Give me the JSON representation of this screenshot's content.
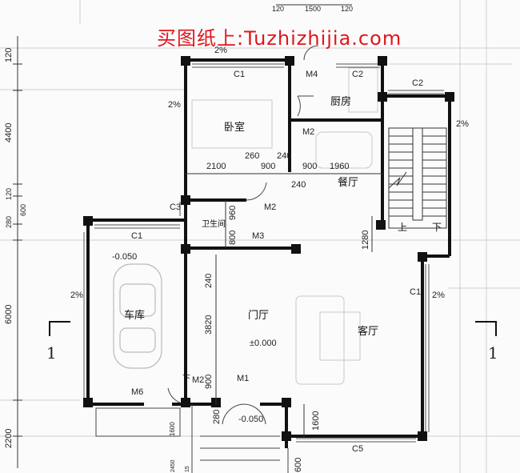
{
  "watermark": "买图纸上:Tuzhizhijia.com",
  "rooms": {
    "bedroom": "卧室",
    "kitchen": "厨房",
    "dining": "餐厅",
    "garage": "车库",
    "foyer": "门厅",
    "living": "客厅",
    "bath": "卫生间"
  },
  "elevations": {
    "garage": "-0.050",
    "foyer": "±0.000",
    "entry": "-0.050"
  },
  "slopes": {
    "left_top": "2%",
    "bed_top": "2%",
    "right_stair": "2%",
    "garage": "2%",
    "living_right": "2%"
  },
  "stairs": {
    "up": "上",
    "down": "下"
  },
  "section_marks": {
    "left": "1",
    "right": "1"
  },
  "labels": {
    "c1_top": "C1",
    "m4": "M4",
    "c2_kitchen": "C2",
    "c2_right": "C2",
    "m2_kitchen": "M2",
    "m2_bath": "M2",
    "m3": "M3",
    "c3": "C3",
    "c1_garage": "C1",
    "c1_right": "C1",
    "m6": "M6",
    "m1": "M1",
    "m2_entry": "M2",
    "c5": "C5",
    "down_entry": "下"
  },
  "dims": {
    "top_120a": "120",
    "top_1500": "1500",
    "top_120b": "120",
    "left_120": "120",
    "left_4400": "4400",
    "left_120b": "120",
    "left_600": "600",
    "left_280": "280",
    "left_6000": "6000",
    "left_2200": "2200",
    "left_1600": "1600",
    "h_2100": "2100",
    "h_260": "260",
    "h_900a": "900",
    "h_240a": "240",
    "h_900b": "900",
    "h_1960": "1960",
    "h_240b": "240",
    "v_960": "960",
    "v_800": "800",
    "v_240": "240",
    "v_3820": "3820",
    "v_900": "900",
    "v_1280": "1280",
    "v_1600r": "1600",
    "b_280": "280",
    "b_600": "600",
    "b_15": "15",
    "b_2450": "2450"
  }
}
